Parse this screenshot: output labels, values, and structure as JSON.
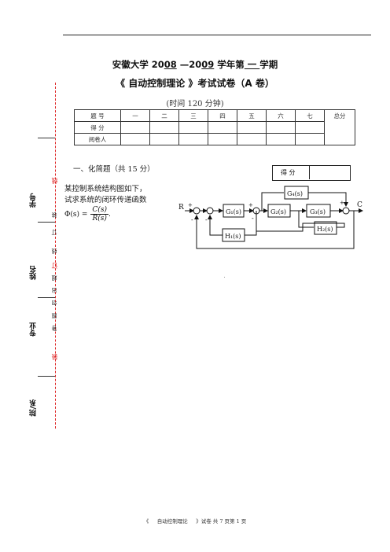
{
  "header": {
    "title_prefix": "安徽大学 20",
    "year_start": "08",
    "dash": " —20",
    "year_end": "09",
    "mid": " 学年第",
    "term": " 一 ",
    "suffix": "学期",
    "course_line": "《  自动控制理论  》考试试卷（A 卷）",
    "subtitle": "(时间 120 分钟)"
  },
  "score_table": {
    "col_headers": [
      "题 号",
      "一",
      "二",
      "三",
      "四",
      "五",
      "六",
      "七",
      "总分"
    ],
    "row_labels": [
      "得 分",
      "阅卷人"
    ]
  },
  "section1": {
    "heading": "一、化简题（共 15 分）",
    "line1": "某控制系统结构图如下，",
    "line2": "试求系统的闭环传递函数",
    "phi": "Φ(s) =",
    "numerator": "C(s)",
    "denominator": "R(s)",
    "period": "."
  },
  "score_box": {
    "label": "得    分"
  },
  "diagram": {
    "input": "R",
    "output": "C",
    "blocks": [
      "G₁(s)",
      "G₂(s)",
      "G₃(s)",
      "G₄(s)",
      "H₁(s)",
      "H₂(s)"
    ],
    "signs": [
      "+",
      "-",
      "-",
      "+",
      "+",
      "-"
    ]
  },
  "binding": {
    "fields": [
      "学号",
      "姓名",
      "专业",
      "院/系"
    ],
    "marks": [
      "装",
      "订",
      "线",
      "超",
      "出",
      "勿",
      "题",
      "答"
    ],
    "cut_marks": [
      "线",
      "订",
      "装"
    ]
  },
  "footer": {
    "text1": "《",
    "course": "自动控制理论",
    "text2": "》试卷   共 7 页第 1 页"
  }
}
